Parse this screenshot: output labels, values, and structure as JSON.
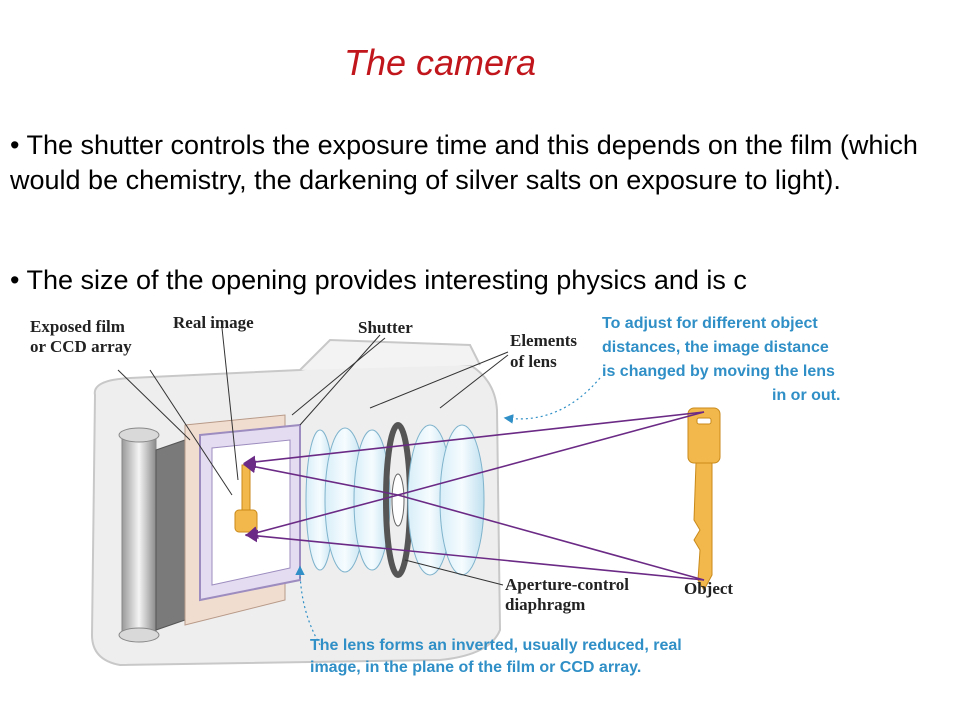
{
  "slide": {
    "title": "The camera",
    "bullets": [
      "• The shutter controls the exposure time and this depends on the film (which would be chemistry, the darkening of silver salts on exposure to light).",
      "• The size of the opening provides interesting physics and is c"
    ]
  },
  "diagram": {
    "labels": {
      "exposed_film_line1": "Exposed film",
      "exposed_film_line2": "or CCD array",
      "real_image": "Real image",
      "shutter": "Shutter",
      "elements_line1": "Elements",
      "elements_line2": "of lens",
      "aperture_line1": "Aperture-control",
      "aperture_line2": "diaphragm",
      "object": "Object"
    },
    "captions": {
      "adjust_line1": "To adjust for different object",
      "adjust_line2": "distances, the image distance",
      "adjust_line3": "is changed by moving the lens",
      "adjust_line4": "in or out.",
      "lens_line1": "The lens forms an inverted, usually reduced, real",
      "lens_line2": "image, in the plane of the film or CCD array."
    },
    "colors": {
      "title": "#c0161c",
      "caption": "#2f8fc6",
      "ray": "#6b2a85",
      "key": "#f2b84b"
    }
  }
}
